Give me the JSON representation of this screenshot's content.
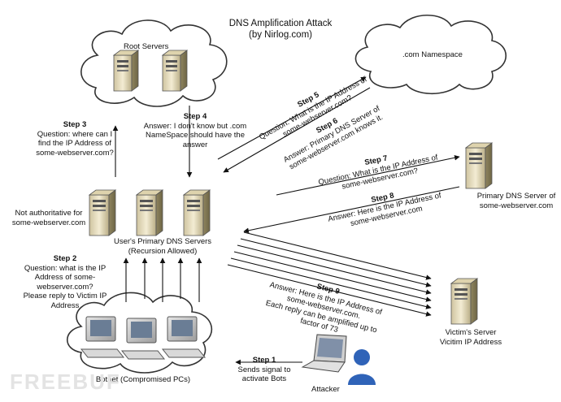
{
  "title": "DNS Amplification Attack",
  "subtitle": "(by Nirlog.com)",
  "nodes": {
    "root_servers": "Root Servers",
    "com_namespace": ".com Namespace",
    "primary_dns": [
      "Primary DNS Server of",
      "some-webserver.com"
    ],
    "users_dns": [
      "User's Primary DNS Servers",
      "(Recursion Allowed)"
    ],
    "not_authoritative": [
      "Not authoritative for",
      "some-webserver.com"
    ],
    "victim": [
      "Victim's Server",
      "Vicitim IP Address"
    ],
    "botnet": "Botnet (Compromised PCs)",
    "attacker": "Attacker"
  },
  "steps": {
    "step1": {
      "label": "Step 1",
      "lines": [
        "Sends signal to",
        "activate Bots"
      ]
    },
    "step2": {
      "label": "Step 2",
      "lines": [
        "Question: what is the IP",
        "Address of some-",
        "webserver.com?",
        "Please reply to Victim IP",
        "Address"
      ]
    },
    "step3": {
      "label": "Step 3",
      "lines": [
        "Question: where can I",
        "find the IP Address of",
        "some-webserver.com?"
      ]
    },
    "step4": {
      "label": "Step 4",
      "lines": [
        "Answer: I don't know but .com",
        "NameSpace should have the",
        "answer"
      ]
    },
    "step5": {
      "label": "Step 5",
      "lines": [
        "Question: What is the IP Address of",
        "some-webserver.com?"
      ]
    },
    "step6": {
      "label": "Step 6",
      "lines": [
        "Answer: Primary DNS Server of",
        "some-webserver.com knows it."
      ]
    },
    "step7": {
      "label": "Step 7",
      "lines": [
        "Question: What is the IP Address of",
        "some-webserver.com?"
      ]
    },
    "step8": {
      "label": "Step 8",
      "lines": [
        "Answer: Here is the IP Address of",
        "some-webserver.com"
      ]
    },
    "step9": {
      "label": "Step 9",
      "lines": [
        "Answer: Here is the IP Address of",
        "some-webserver.com.",
        "Each reply can be amplified up to",
        "factor of 73"
      ]
    }
  },
  "watermark": "FREEBUF"
}
